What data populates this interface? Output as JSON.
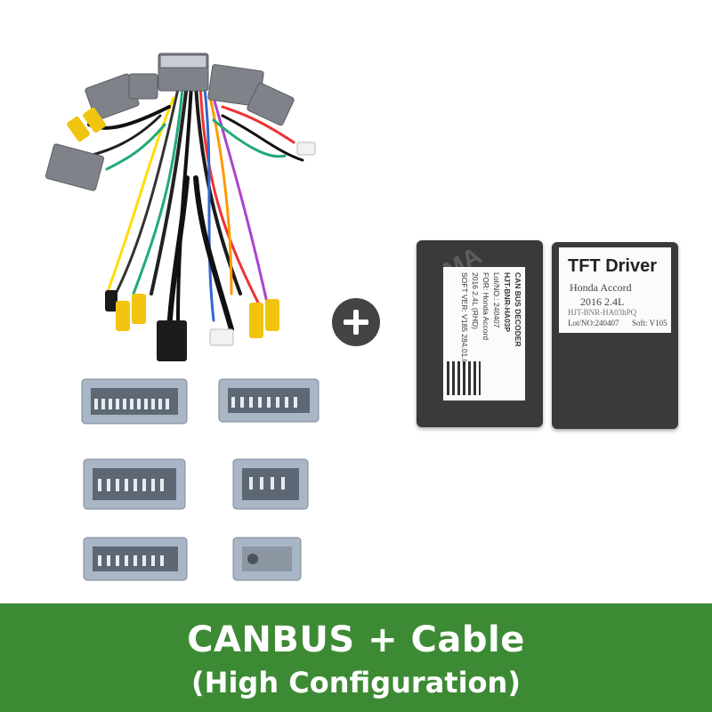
{
  "banner": {
    "line1": "CANBUS + Cable",
    "line2": "(High Configuration)",
    "bg_color": "#3d8a34"
  },
  "decoder_box": {
    "watermark": "MA",
    "label_title": "CAN BUS DECODER",
    "label_model": "HJT-BNR-HA03P",
    "label_lot": "Lot/NO.: 240407",
    "label_for": "FOR: Honda Accord",
    "label_spec": "2016 2.4L (RHD)",
    "label_soft": "SOFT VER: V185 284.01.0C"
  },
  "tft_box": {
    "title": "TFT Driver",
    "model": "Honda Accord",
    "year": "2016 2.4L",
    "code": "HJT-BNR-HA03hPQ",
    "lot": "Lot/NO:240407",
    "soft": "Soft: V105"
  },
  "plus_icon": "plus-icon"
}
